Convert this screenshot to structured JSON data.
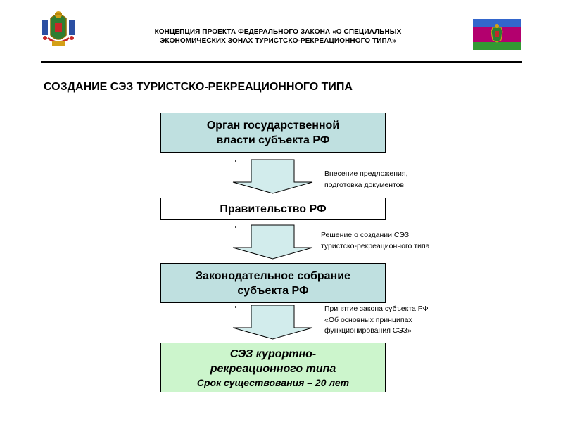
{
  "header": {
    "title_line1": "КОНЦЕПЦИЯ ПРОЕКТА ФЕДЕРАЛЬНОГО ЗАКОНА «О СПЕЦИАЛЬНЫХ",
    "title_line2": "ЭКОНОМИЧЕСКИХ ЗОНАХ ТУРИСТСКО-РЕКРЕАЦИОННОГО ТИПА»",
    "emblem_icon": "coat-of-arms-icon",
    "flag_icon": "regional-flag-icon",
    "flag_colors": [
      "#3366cc",
      "#b3006e",
      "#339933"
    ]
  },
  "page_title": "СОЗДАНИЕ СЭЗ ТУРИСТСКО-РЕКРЕАЦИОННОГО ТИПА",
  "boxes": [
    {
      "line1": "Орган государственной",
      "line2": "власти субъекта РФ"
    },
    {
      "line1": "Правительство РФ"
    },
    {
      "line1": "Законодательное собрание",
      "line2": "субъекта РФ"
    },
    {
      "line1": "СЭЗ курортно-",
      "line2": "рекреационного типа",
      "line3": "Срок существования – 20 лет"
    }
  ],
  "notes": [
    {
      "line1": "Внесение предложения,",
      "line2": "подготовка документов"
    },
    {
      "line1": "Решение о создании СЭЗ",
      "line2": "туристско-рекреационного типа"
    },
    {
      "line1": "Принятие закона субъекта РФ",
      "line2": "«Об основных принципах",
      "line3": "функционирования СЭЗ»"
    }
  ],
  "colors": {
    "box_teal": "#bfe0e0",
    "box_green": "#ccf5cc",
    "arrow_fill": "#d2ecec"
  }
}
